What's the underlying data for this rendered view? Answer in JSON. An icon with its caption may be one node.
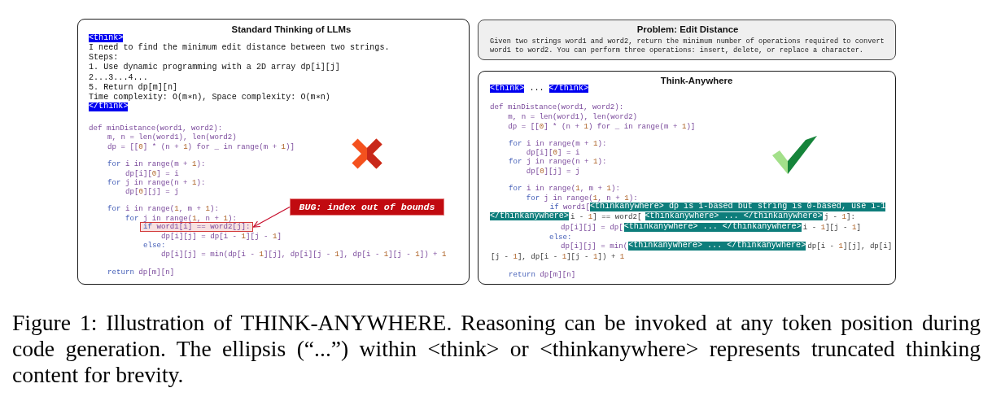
{
  "diagram": {
    "caption": "Figure 1: Illustration of THINK-ANYWHERE. Reasoning can be invoked at any token position during code generation. The ellipsis (“...”) within <think> or <thinkanywhere> represents truncated thinking content for brevity.",
    "nodes": [
      {
        "text": [
          "Standard Thinking of LLMs",
          "I need to find the minimum edit distance between two strings.",
          "Steps:",
          "1. Use dynamic programming with a 2D array dp[i][j]",
          "2...3...4...",
          "5. Return dp[m][n]",
          "Time complexity: O(m∗n), Space complexity: O(m∗n)",
          "def minDistance(word1, word2):",
          "m, n = len(word1), len(word2)",
          "dp = [[0] * (n + 1) for _ in range(m + 1)]",
          "for i in range(m + 1):",
          "dp[i][0] = i",
          "for j in range(n + 1):",
          "dp[0][j] = j",
          "for i in range(1, m + 1):",
          "for j in range(1, n + 1):",
          "dp[i][j] = dp[i - 1][j - 1]",
          "else:",
          "dp[i][j] = min(dp[i - 1][j], dp[i][j - 1], dp[i - 1][j - 1]) + 1",
          "return dp[m][n]"
        ]
      },
      {
        "text": [
          "<think>"
        ],
        "in": 0
      },
      {
        "text": [
          "</think>"
        ],
        "in": 0
      },
      {
        "text": [
          "BUG: index out of bounds"
        ],
        "in": 0
      },
      {
        "text": [
          "if word1[i] == word2[j]:"
        ],
        "in": 0
      },
      {
        "text": [
          "Problem: Edit Distance",
          "Given two strings word1 and word2, return the minimum number of operations required to convert word1 to word2. You can perform three operations: insert, delete, or replace a character."
        ]
      },
      {
        "text": [
          "Think-Anywhere",
          "...",
          "def minDistance(word1, word2):",
          "m, n = len(word1), len(word2)",
          "dp = [[0] * (n + 1) for _ in range(m + 1)]",
          "for i in range(m + 1):",
          "dp[i][0] = i",
          "for j in range(n + 1):",
          "dp[0][j] = j",
          "for i in range(1, m + 1):",
          "for j in range(1, n + 1):",
          "if word1[",
          "i - 1] == word2[",
          "j - 1]:",
          "dp[i][j] = dp[",
          "i - 1][j - 1]",
          "else:",
          "dp[i][j] = min(",
          "dp[i - 1][j], dp[i]",
          "[j - 1], dp[i - 1][j - 1]) + 1",
          "return dp[m][n]"
        ]
      },
      {
        "text": [
          "<think>"
        ],
        "in": 6
      },
      {
        "text": [
          "</think>"
        ],
        "in": 6
      },
      {
        "text": [
          "<thinkanywhere> dp is 1-based but string is 0-based, use i-1"
        ],
        "in": 6
      },
      {
        "text": [
          "</thinkanywhere>"
        ],
        "in": 6
      },
      {
        "text": [
          "<thinkanywhere> ... </thinkanywhere>"
        ],
        "in": 6
      },
      {
        "text": [
          "<thinkanywhere> ... </thinkanywhere>"
        ],
        "in": 6
      },
      {
        "text": [
          "<thinkanywhere> ... </thinkanywhere>"
        ],
        "in": 6
      }
    ],
    "edges": [
      {
        "from": 3,
        "to": 4,
        "arrow": "to"
      }
    ]
  }
}
